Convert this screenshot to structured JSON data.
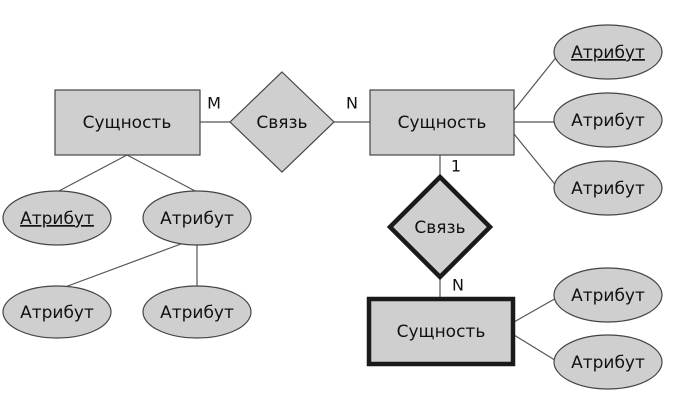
{
  "entities": {
    "left": "Сущность",
    "right_top": "Сущность",
    "weak": "Сущность"
  },
  "relationships": {
    "top": "Связь",
    "middle": "Связь"
  },
  "attributes": {
    "left_key": "Атрибут",
    "left_composite": "Атрибут",
    "left_sub_1": "Атрибут",
    "left_sub_2": "Атрибут",
    "right_key": "Атрибут",
    "right_2": "Атрибут",
    "right_3": "Атрибут",
    "weak_1": "Атрибут",
    "weak_2": "Атрибут"
  },
  "cardinalities": {
    "left_m": "M",
    "right_n": "N",
    "one": "1",
    "weak_n": "N"
  },
  "colors": {
    "fill": "#cfcfcf",
    "stroke": "#444444"
  }
}
